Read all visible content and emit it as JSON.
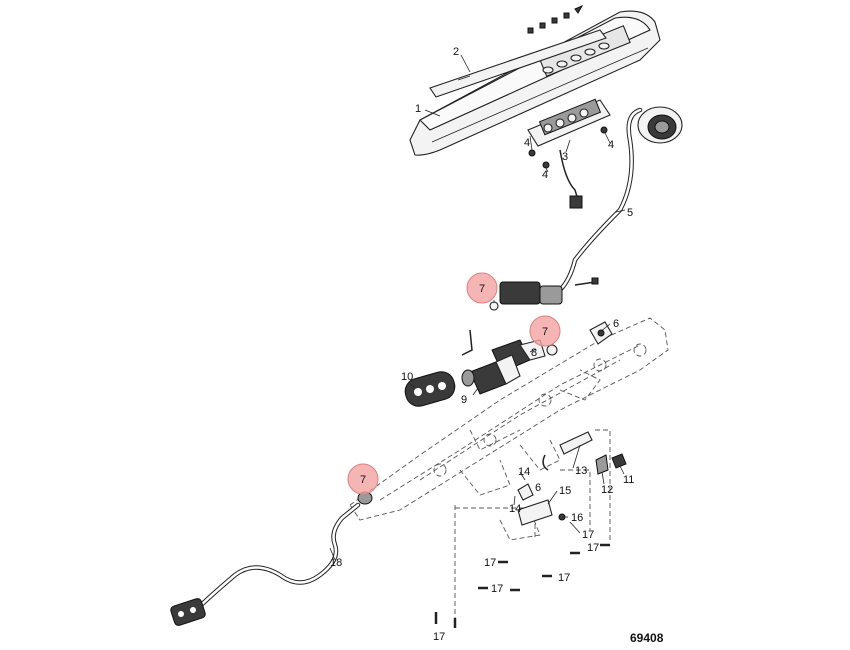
{
  "figure_number": "69408",
  "callouts": [
    {
      "id": "c1",
      "text": "1"
    },
    {
      "id": "c2",
      "text": "2"
    },
    {
      "id": "c3",
      "text": "3"
    },
    {
      "id": "c4a",
      "text": "4"
    },
    {
      "id": "c4b",
      "text": "4"
    },
    {
      "id": "c4c",
      "text": "4"
    },
    {
      "id": "c5",
      "text": "5"
    },
    {
      "id": "c6a",
      "text": "6"
    },
    {
      "id": "c6b",
      "text": "6"
    },
    {
      "id": "c7a",
      "text": "7"
    },
    {
      "id": "c7b",
      "text": "7"
    },
    {
      "id": "c7c",
      "text": "7"
    },
    {
      "id": "c8",
      "text": "8"
    },
    {
      "id": "c9",
      "text": "9"
    },
    {
      "id": "c10",
      "text": "10"
    },
    {
      "id": "c11",
      "text": "11"
    },
    {
      "id": "c12",
      "text": "12"
    },
    {
      "id": "c13",
      "text": "13"
    },
    {
      "id": "c14a",
      "text": "14"
    },
    {
      "id": "c14b",
      "text": "14"
    },
    {
      "id": "c15",
      "text": "15"
    },
    {
      "id": "c16",
      "text": "16"
    },
    {
      "id": "c17a",
      "text": "17"
    },
    {
      "id": "c17b",
      "text": "17"
    },
    {
      "id": "c17c",
      "text": "17"
    },
    {
      "id": "c17d",
      "text": "17"
    },
    {
      "id": "c17e",
      "text": "17"
    },
    {
      "id": "c17f",
      "text": "17"
    },
    {
      "id": "c18",
      "text": "18"
    }
  ],
  "highlight_color": "#f2a3a3",
  "line_color": "#222222"
}
